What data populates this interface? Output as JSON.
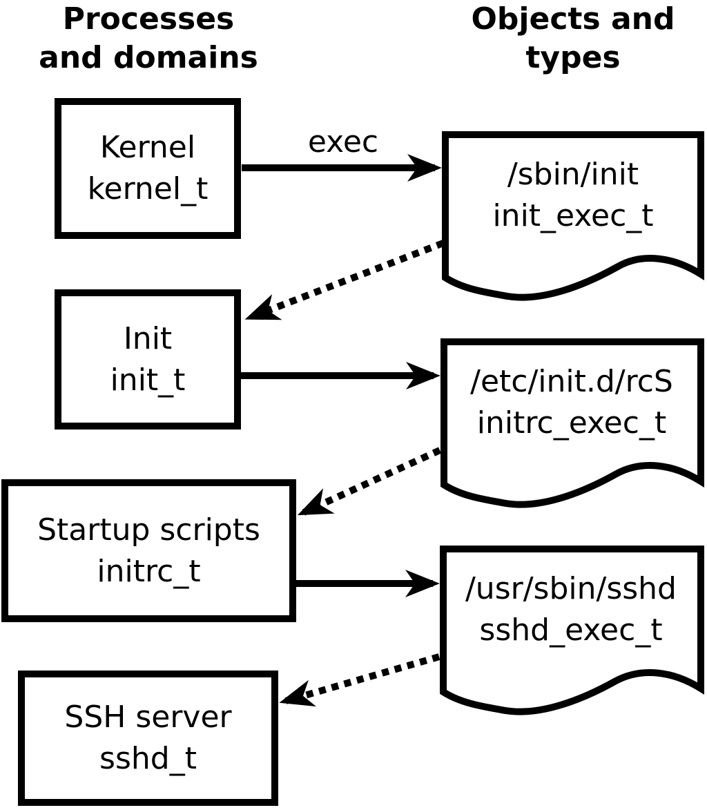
{
  "headers": {
    "left": "Processes\nand domains",
    "right": "Objects and\ntypes"
  },
  "processes": [
    {
      "name": "Kernel",
      "domain": "kernel_t"
    },
    {
      "name": "Init",
      "domain": "init_t"
    },
    {
      "name": "Startup scripts",
      "domain": "initrc_t"
    },
    {
      "name": "SSH server",
      "domain": "sshd_t"
    }
  ],
  "objects": [
    {
      "path": "/sbin/init",
      "type": "init_exec_t"
    },
    {
      "path": "/etc/init.d/rcS",
      "type": "initrc_exec_t"
    },
    {
      "path": "/usr/sbin/sshd",
      "type": "sshd_exec_t"
    }
  ],
  "arrows": {
    "exec_label": "exec",
    "solid": [
      {
        "from": "kernel_t",
        "to": "init_exec_t"
      },
      {
        "from": "init_t",
        "to": "initrc_exec_t"
      },
      {
        "from": "initrc_t",
        "to": "sshd_exec_t"
      }
    ],
    "dotted": [
      {
        "from": "init_exec_t",
        "to": "init_t"
      },
      {
        "from": "initrc_exec_t",
        "to": "initrc_t"
      },
      {
        "from": "sshd_exec_t",
        "to": "sshd_t"
      }
    ]
  },
  "colors": {
    "foreground": "#000000",
    "background": "#ffffff"
  }
}
